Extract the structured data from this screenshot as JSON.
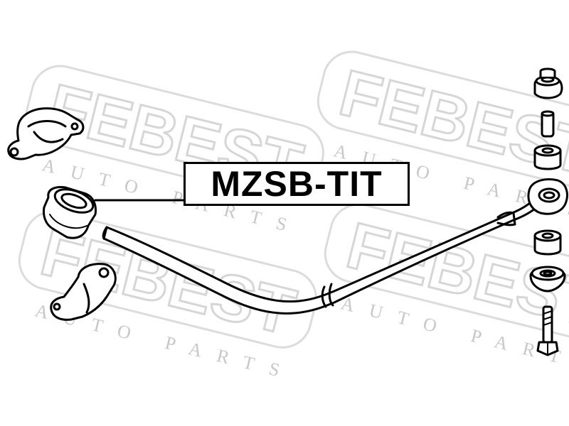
{
  "part_label": "MZSB-TIT",
  "watermark": {
    "brand": "FEBEST",
    "sub": "AUTO PARTS"
  },
  "colors": {
    "line": "#000000",
    "watermark": "#e6e6e6",
    "background": "#ffffff"
  }
}
